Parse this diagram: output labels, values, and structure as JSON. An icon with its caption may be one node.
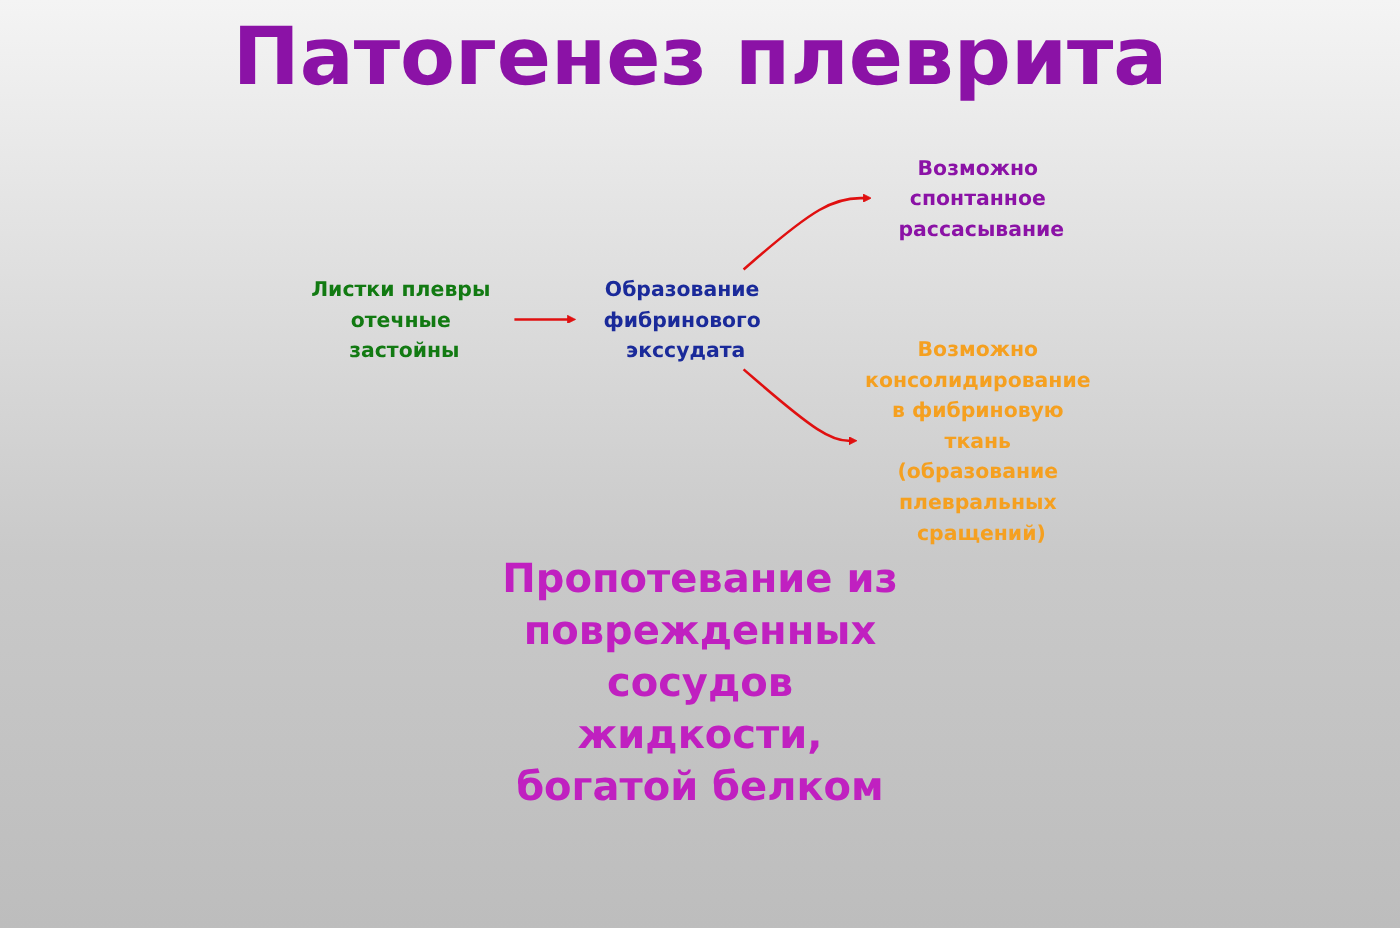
{
  "diagram": {
    "title": "Патогенез плеврита",
    "nodes": [
      {
        "text": [
          "Листки плевры отечные застойны"
        ]
      },
      {
        "text": [
          "Образование фибринового экссудата"
        ]
      },
      {
        "text": [
          "Возможно спонтанное рассасывание"
        ]
      },
      {
        "text": [
          "Возможно консолидирование в фибриновую ткань (образование плевральных сращений)"
        ]
      }
    ],
    "edges": [
      {
        "from": 0,
        "to": 1,
        "arrow": "to"
      },
      {
        "from": 1,
        "to": 2,
        "arrow": "to"
      },
      {
        "from": 1,
        "to": 3,
        "arrow": "to"
      }
    ],
    "labels": [
      "Пропотевание из поврежденных сосудов жидкости, богатой белком"
    ]
  }
}
